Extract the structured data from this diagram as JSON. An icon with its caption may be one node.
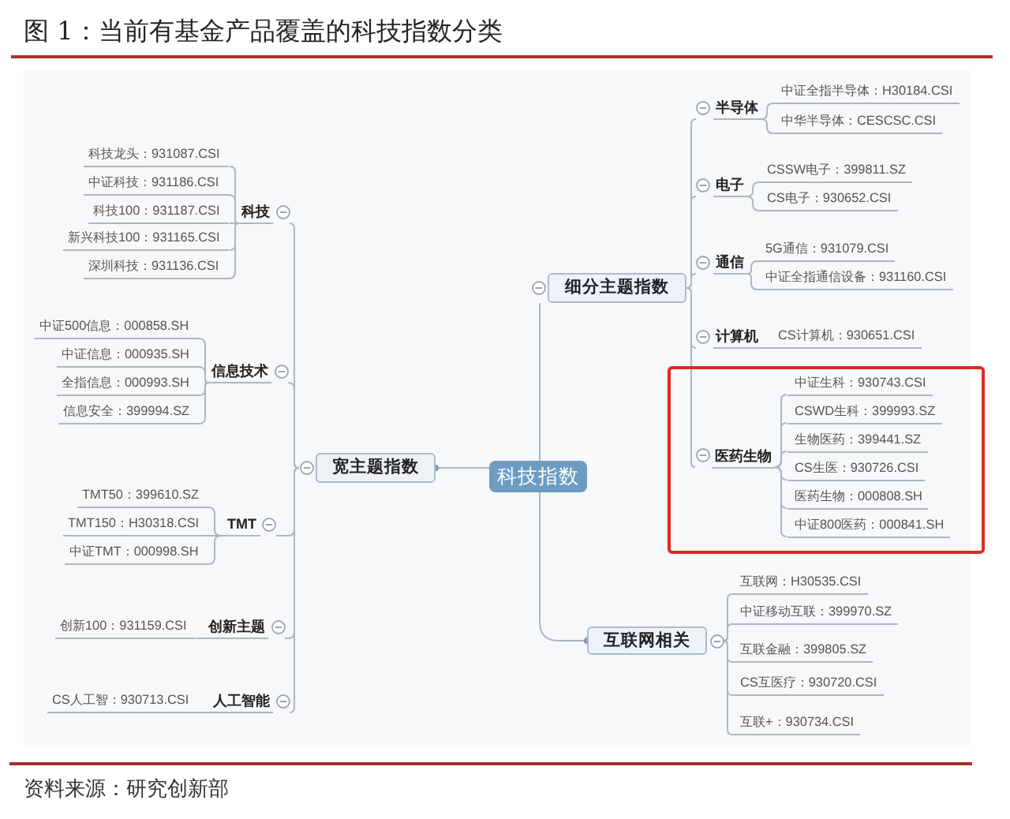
{
  "diagram": {
    "title": "图 1：当前有基金产品覆盖的科技指数分类",
    "nodes": [
      {
        "text": [
          "科技指数"
        ]
      },
      {
        "text": [
          "宽主题指数"
        ]
      },
      {
        "text": [
          "细分主题指数"
        ]
      },
      {
        "text": [
          "互联网相关"
        ]
      },
      {
        "text": [
          "科技"
        ]
      },
      {
        "text": [
          "信息技术"
        ]
      },
      {
        "text": [
          "TMT"
        ]
      },
      {
        "text": [
          "创新主题"
        ]
      },
      {
        "text": [
          "人工智能"
        ]
      },
      {
        "text": [
          "半导体"
        ]
      },
      {
        "text": [
          "电子"
        ]
      },
      {
        "text": [
          "通信"
        ]
      },
      {
        "text": [
          "计算机"
        ]
      },
      {
        "text": [],
        "shape": "box"
      },
      {
        "text": [
          "医药生物"
        ],
        "in": 13
      },
      {
        "text": [
          "科技龙头：931087.CSI"
        ]
      },
      {
        "text": [
          "中证科技：931186.CSI"
        ]
      },
      {
        "text": [
          "科技100：931187.CSI"
        ]
      },
      {
        "text": [
          "新兴科技100：931165.CSI"
        ]
      },
      {
        "text": [
          "深圳科技：931136.CSI"
        ]
      },
      {
        "text": [
          "中证500信息：000858.SH"
        ]
      },
      {
        "text": [
          "中证信息：000935.SH"
        ]
      },
      {
        "text": [
          "全指信息：000993.SH"
        ]
      },
      {
        "text": [
          "信息安全：399994.SZ"
        ]
      },
      {
        "text": [
          "TMT50：399610.SZ"
        ]
      },
      {
        "text": [
          "TMT150：H30318.CSI"
        ]
      },
      {
        "text": [
          "中证TMT：000998.SH"
        ]
      },
      {
        "text": [
          "创新100：931159.CSI"
        ]
      },
      {
        "text": [
          "CS人工智：930713.CSI"
        ]
      },
      {
        "text": [
          "中证全指半导体：H30184.CSI"
        ]
      },
      {
        "text": [
          "中华半导体：CESCSC.CSI"
        ]
      },
      {
        "text": [
          "CSSW电子：399811.SZ"
        ]
      },
      {
        "text": [
          "CS电子：930652.CSI"
        ]
      },
      {
        "text": [
          "5G通信：931079.CSI"
        ]
      },
      {
        "text": [
          "中证全指通信设备：931160.CSI"
        ]
      },
      {
        "text": [
          "CS计算机：930651.CSI"
        ]
      },
      {
        "text": [
          "中证生科：930743.CSI"
        ],
        "in": 13
      },
      {
        "text": [
          "CSWD生科：399993.SZ"
        ],
        "in": 13
      },
      {
        "text": [
          "生物医药：399441.SZ"
        ],
        "in": 13
      },
      {
        "text": [
          "CS生医：930726.CSI"
        ],
        "in": 13
      },
      {
        "text": [
          "医药生物：000808.SH"
        ],
        "in": 13
      },
      {
        "text": [
          "中证800医药：000841.SH"
        ],
        "in": 13
      },
      {
        "text": [
          "互联网：H30535.CSI"
        ]
      },
      {
        "text": [
          "中证移动互联：399970.SZ"
        ]
      },
      {
        "text": [
          "互联金融：399805.SZ"
        ]
      },
      {
        "text": [
          "CS互医疗：930720.CSI"
        ]
      },
      {
        "text": [
          "互联+：930734.CSI"
        ]
      }
    ],
    "edges": [
      {
        "from": 0,
        "to": 1,
        "arrow": "other"
      },
      {
        "from": 0,
        "to": 2,
        "arrow": "none"
      },
      {
        "from": 0,
        "to": 3,
        "arrow": "other"
      },
      {
        "from": 1,
        "to": 4,
        "arrow": "none"
      },
      {
        "from": 1,
        "to": 5,
        "arrow": "none"
      },
      {
        "from": 1,
        "to": 6,
        "arrow": "none"
      },
      {
        "from": 1,
        "to": 7,
        "arrow": "none"
      },
      {
        "from": 1,
        "to": 8,
        "arrow": "none"
      },
      {
        "from": 2,
        "to": 9,
        "arrow": "none"
      },
      {
        "from": 2,
        "to": 10,
        "arrow": "none"
      },
      {
        "from": 2,
        "to": 11,
        "arrow": "none"
      },
      {
        "from": 2,
        "to": 12,
        "arrow": "none"
      },
      {
        "from": 2,
        "to": 14,
        "arrow": "none"
      },
      {
        "from": 4,
        "to": 15,
        "arrow": "none"
      },
      {
        "from": 4,
        "to": 16,
        "arrow": "none"
      },
      {
        "from": 4,
        "to": 17,
        "arrow": "none"
      },
      {
        "from": 4,
        "to": 18,
        "arrow": "none"
      },
      {
        "from": 4,
        "to": 19,
        "arrow": "none"
      },
      {
        "from": 5,
        "to": 20,
        "arrow": "none"
      },
      {
        "from": 5,
        "to": 21,
        "arrow": "none"
      },
      {
        "from": 5,
        "to": 22,
        "arrow": "none"
      },
      {
        "from": 5,
        "to": 23,
        "arrow": "none"
      },
      {
        "from": 6,
        "to": 24,
        "arrow": "none"
      },
      {
        "from": 6,
        "to": 25,
        "arrow": "none"
      },
      {
        "from": 6,
        "to": 26,
        "arrow": "none"
      },
      {
        "from": 7,
        "to": 27,
        "arrow": "none"
      },
      {
        "from": 8,
        "to": 28,
        "arrow": "none"
      },
      {
        "from": 9,
        "to": 29,
        "arrow": "none"
      },
      {
        "from": 9,
        "to": 30,
        "arrow": "none"
      },
      {
        "from": 10,
        "to": 31,
        "arrow": "none"
      },
      {
        "from": 10,
        "to": 32,
        "arrow": "none"
      },
      {
        "from": 11,
        "to": 33,
        "arrow": "none"
      },
      {
        "from": 11,
        "to": 34,
        "arrow": "none"
      },
      {
        "from": 12,
        "to": 35,
        "arrow": "none"
      },
      {
        "from": 14,
        "to": 36,
        "arrow": "none"
      },
      {
        "from": 14,
        "to": 37,
        "arrow": "none"
      },
      {
        "from": 14,
        "to": 38,
        "arrow": "none"
      },
      {
        "from": 14,
        "to": 39,
        "arrow": "none"
      },
      {
        "from": 14,
        "to": 40,
        "arrow": "none"
      },
      {
        "from": 14,
        "to": 41,
        "arrow": "none"
      },
      {
        "from": 3,
        "to": 42,
        "arrow": "none"
      },
      {
        "from": 3,
        "to": 43,
        "arrow": "none"
      },
      {
        "from": 3,
        "to": 44,
        "arrow": "none"
      },
      {
        "from": 3,
        "to": 45,
        "arrow": "none"
      },
      {
        "from": 3,
        "to": 46,
        "arrow": "none"
      }
    ],
    "labels": [
      "资料来源：研究创新部"
    ]
  }
}
